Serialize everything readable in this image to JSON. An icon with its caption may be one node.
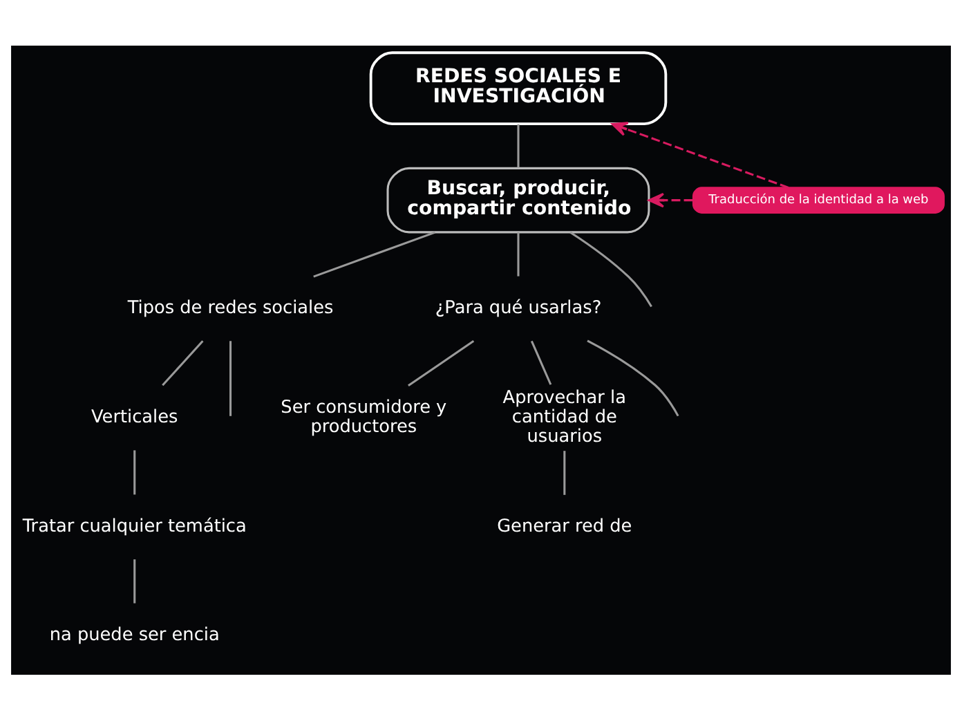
{
  "diagram": {
    "nodes": [
      {
        "text": [
          "REDES SOCIALES E INVESTIGACIÓN"
        ]
      },
      {
        "text": [
          "Buscar, producir, compartir contenido"
        ]
      },
      {
        "text": [
          "Traducción de la identidad a la web"
        ]
      },
      {
        "text": [
          "Tipos de redes sociales"
        ]
      },
      {
        "text": [
          "¿Para qué usarlas?"
        ]
      },
      {
        "text": [
          "Verticales"
        ]
      },
      {
        "text": [
          "Tratar cualquier temática"
        ]
      },
      {
        "text": [
          "na puede ser encia"
        ]
      },
      {
        "text": [
          "Ser consumidore y productores"
        ]
      },
      {
        "text": [
          "Aprovechar la cantidad de usuarios"
        ]
      },
      {
        "text": [
          "Generar red de"
        ]
      }
    ],
    "edges": [
      {
        "from": 0,
        "to": 1,
        "arrow": "none"
      },
      {
        "from": 2,
        "to": 0,
        "arrow": "to",
        "style": "dashed",
        "color": "#d81b60"
      },
      {
        "from": 2,
        "to": 1,
        "arrow": "to",
        "style": "dashed",
        "color": "#d81b60"
      },
      {
        "from": 1,
        "to": 3,
        "arrow": "none"
      },
      {
        "from": 1,
        "to": 4,
        "arrow": "none"
      },
      {
        "from": 1,
        "to": null,
        "arrow": "none"
      },
      {
        "from": 3,
        "to": null,
        "arrow": "none"
      },
      {
        "from": 3,
        "to": 5,
        "arrow": "none"
      },
      {
        "from": 5,
        "to": 6,
        "arrow": "none"
      },
      {
        "from": 6,
        "to": 7,
        "arrow": "none"
      },
      {
        "from": 4,
        "to": 8,
        "arrow": "none"
      },
      {
        "from": 4,
        "to": 9,
        "arrow": "none"
      },
      {
        "from": 9,
        "to": 10,
        "arrow": "none"
      },
      {
        "from": 4,
        "to": null,
        "arrow": "none"
      }
    ]
  }
}
